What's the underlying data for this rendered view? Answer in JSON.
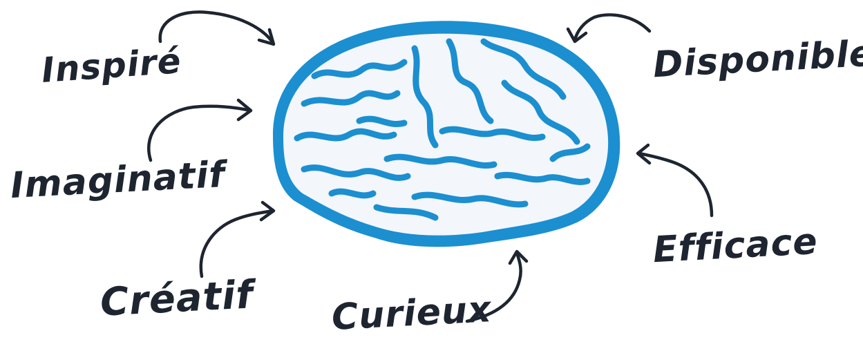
{
  "brain": {
    "icon": "brain-icon",
    "outline_color": "#1b8fd0",
    "fill_color": "#f3f6fa"
  },
  "arrow_color": "#1e2530",
  "words": {
    "inspire": "Inspiré",
    "disponible": "Disponible",
    "imaginatif": "Imaginatif",
    "efficace": "Efficace",
    "creatif": "Créatif",
    "curieux": "Curieux"
  }
}
